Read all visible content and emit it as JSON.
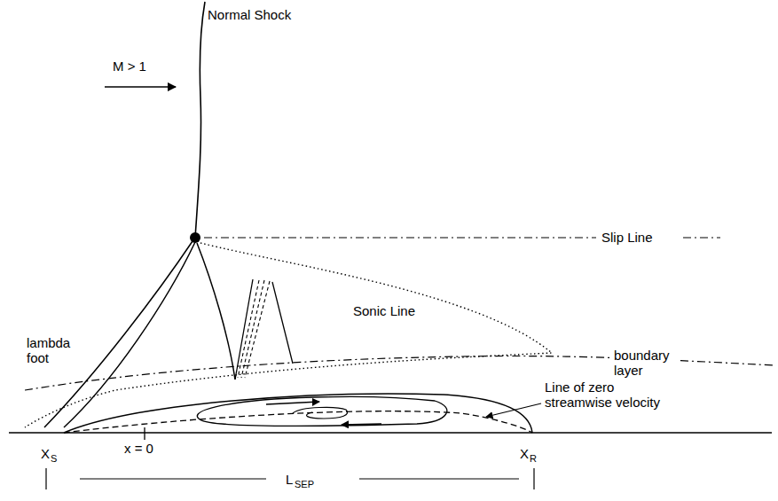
{
  "diagram": {
    "labels": [
      "Normal Shock",
      "M > 1",
      "Slip Line",
      "Sonic Line",
      "lambda foot",
      "boundary layer",
      "Line of zero streamwise velocity",
      "x = 0",
      "X",
      "S",
      "X",
      "R",
      "L",
      "SEP"
    ]
  }
}
